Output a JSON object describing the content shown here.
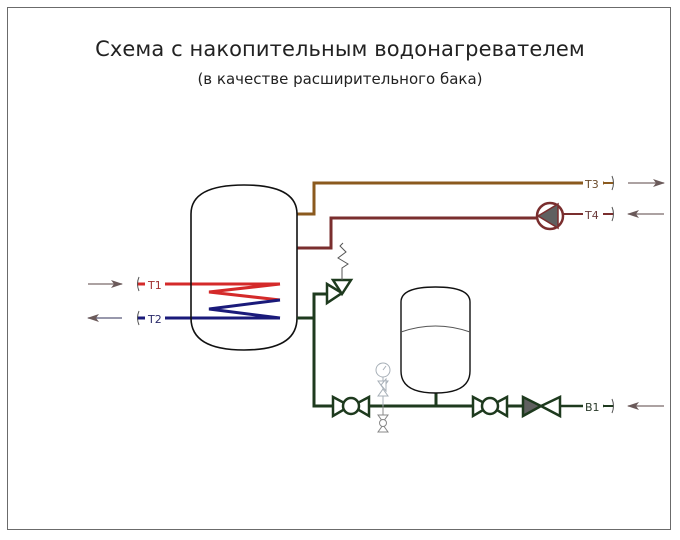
{
  "diagram": {
    "title": "Схема с накопительным водонагревателем",
    "subtitle": "(в качестве расширительного бака)",
    "colors": {
      "heating_supply": "#d42a2a",
      "heating_return": "#1a1a7a",
      "hot_water": "#8b5a1e",
      "recirculation": "#7a2e2e",
      "cold_water": "#1e3a1e",
      "tank_outline": "#111111",
      "arrow": "#7a6a6a",
      "fitting_gray": "#606060"
    },
    "connections": [
      {
        "id": "T1",
        "label": "T1",
        "role": "heating supply",
        "direction": "in"
      },
      {
        "id": "T2",
        "label": "T2",
        "role": "heating return",
        "direction": "out"
      },
      {
        "id": "T3",
        "label": "T3",
        "role": "hot water supply",
        "direction": "out"
      },
      {
        "id": "T4",
        "label": "T4",
        "role": "hot water recirculation",
        "direction": "in"
      },
      {
        "id": "B1",
        "label": "B1",
        "role": "cold water inlet",
        "direction": "in"
      }
    ],
    "components": [
      {
        "id": "water-heater",
        "name": "storage water heater with coil"
      },
      {
        "id": "circulation-pump",
        "name": "recirculation pump"
      },
      {
        "id": "safety-valve",
        "name": "safety valve"
      },
      {
        "id": "expansion-tank",
        "name": "expansion tank"
      },
      {
        "id": "pressure-gauge",
        "name": "pressure gauge"
      },
      {
        "id": "drain-valve",
        "name": "drain valve"
      },
      {
        "id": "ball-valve-1",
        "name": "ball valve"
      },
      {
        "id": "ball-valve-2",
        "name": "ball valve"
      },
      {
        "id": "check-valve",
        "name": "check valve"
      }
    ]
  }
}
